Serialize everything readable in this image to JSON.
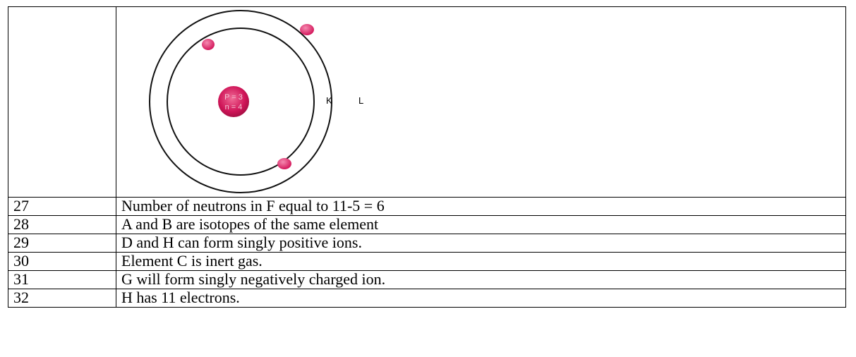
{
  "atom": {
    "nucleus": {
      "protons": "P = 3",
      "neutrons": "n = 4"
    },
    "shells": [
      "K",
      "L"
    ],
    "electron_color": "#e0245e",
    "nucleus_color": "#d11a5a"
  },
  "rows": [
    {
      "number": "27",
      "text": "Number of neutrons in F equal to 11-5 = 6"
    },
    {
      "number": "28",
      "text": "A and B are isotopes of the same element"
    },
    {
      "number": "29",
      "text": "D and H can form singly positive ions."
    },
    {
      "number": "30",
      "text": "Element C is inert gas."
    },
    {
      "number": "31",
      "text": "G will form singly negatively charged ion."
    },
    {
      "number": "32",
      "text": "H has 11 electrons."
    }
  ]
}
